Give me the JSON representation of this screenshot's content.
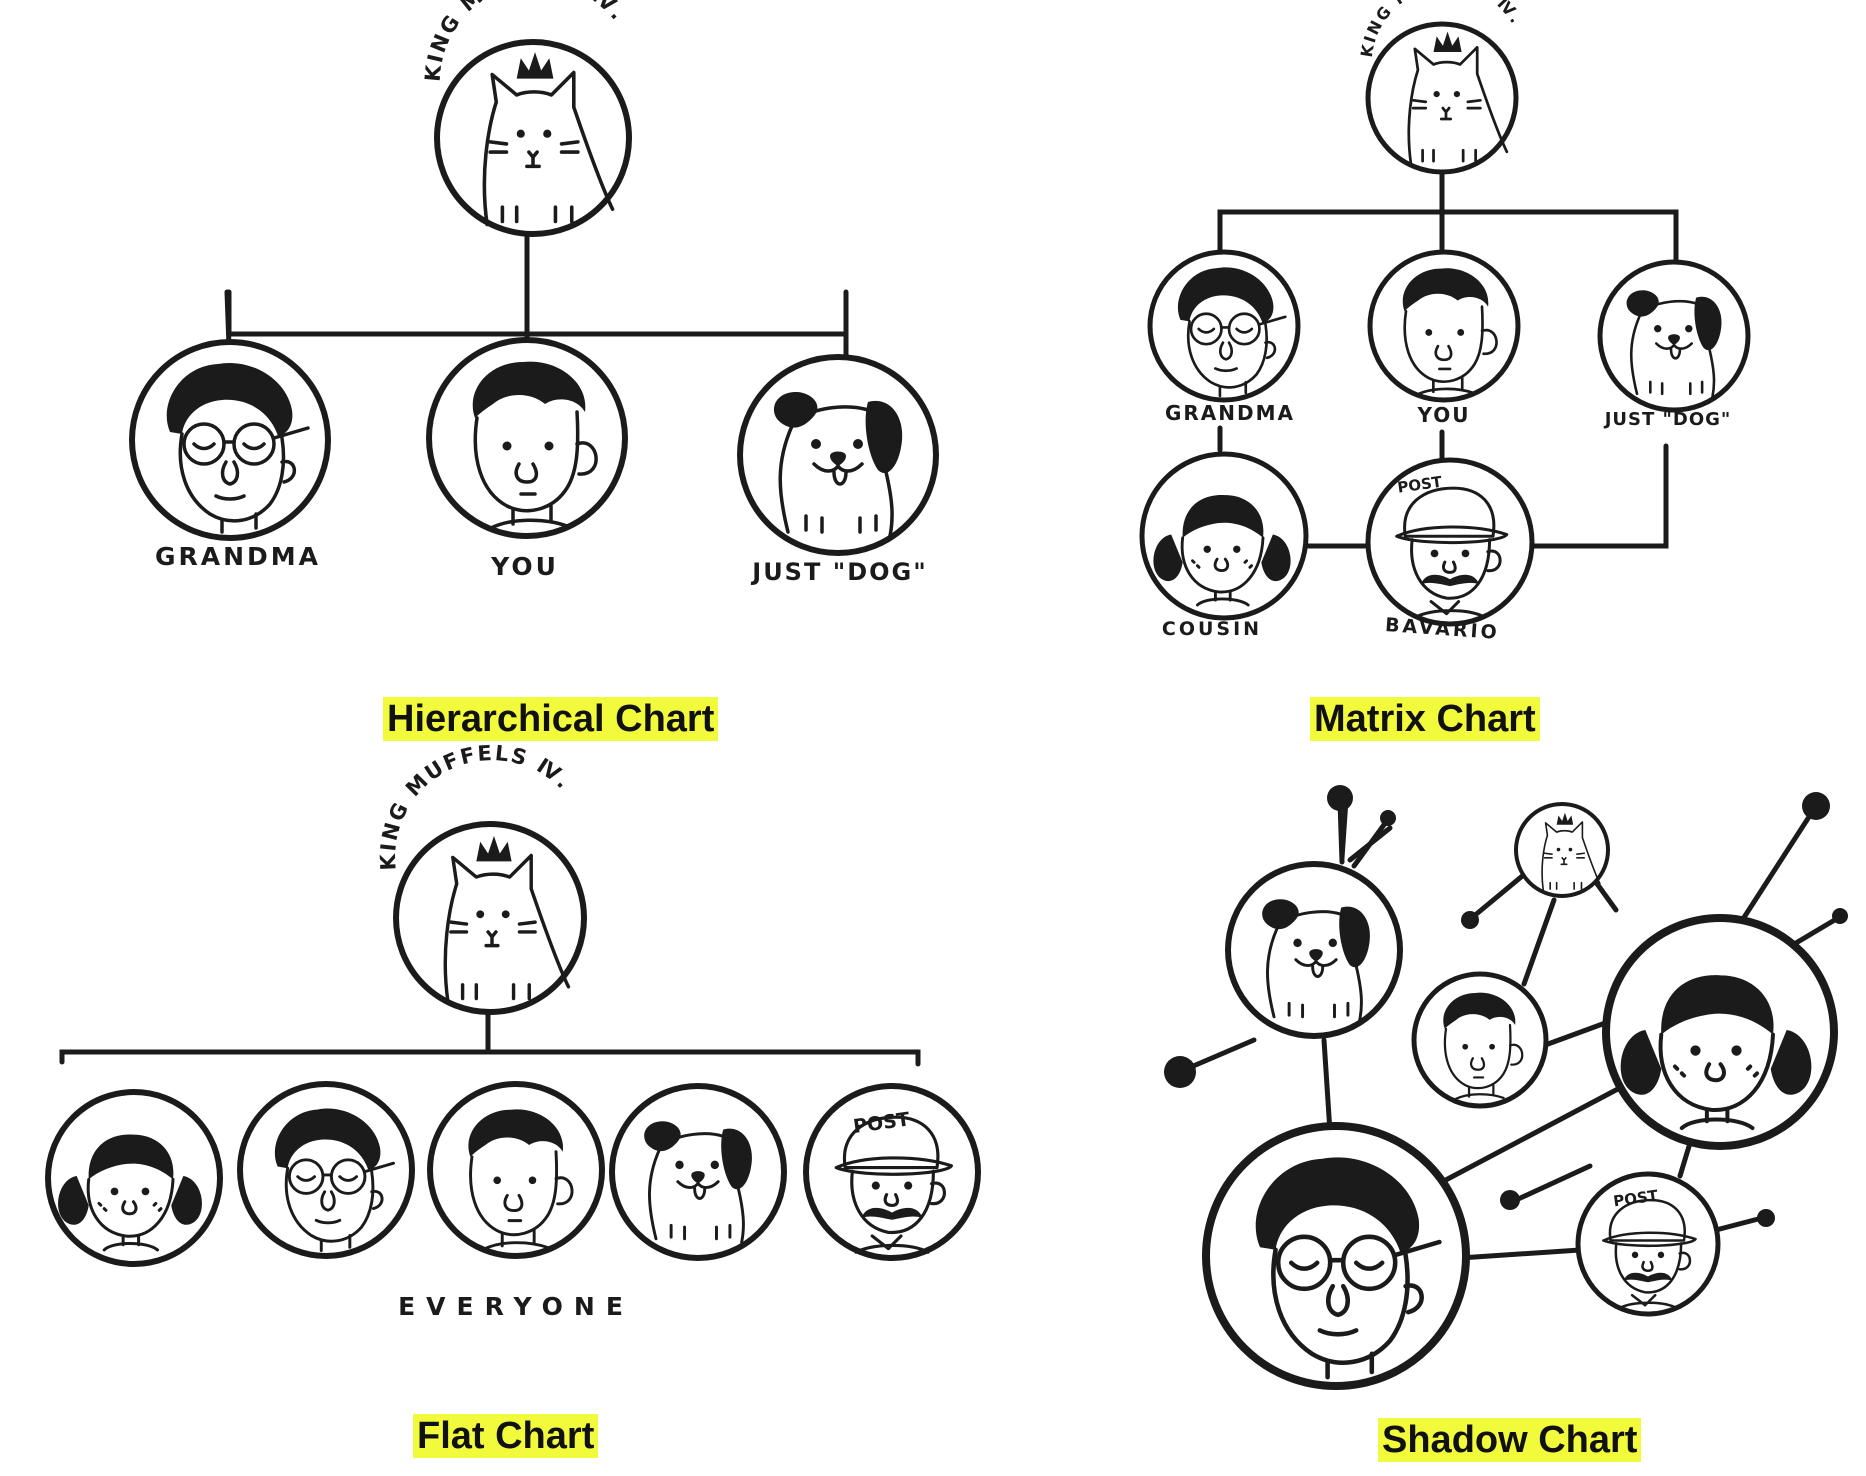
{
  "captions": {
    "hierarchical": "Hierarchical Chart",
    "matrix": "Matrix Chart",
    "flat": "Flat Chart",
    "shadow": "Shadow Chart"
  },
  "labels": {
    "king": "KING MUFFELS Ⅳ.",
    "grandma": "GRANDMA",
    "you": "YOU",
    "dog": "JUST \"DOG\"",
    "cousin": "COUSIN",
    "bavario": "BAVARIO",
    "everyone": "EVERYONE",
    "post": "POST"
  },
  "colors": {
    "highlight": "#f2fb3b",
    "ink": "#1b1b1b"
  },
  "nodes": {
    "hierarchical": [
      {
        "key": "cat",
        "icon": "cat-king-icon",
        "label": "king"
      },
      {
        "key": "grandma",
        "icon": "grandma-icon",
        "label": "grandma"
      },
      {
        "key": "you",
        "icon": "you-icon",
        "label": "you"
      },
      {
        "key": "dog",
        "icon": "dog-icon",
        "label": "dog"
      }
    ],
    "matrix": [
      {
        "key": "cat",
        "icon": "cat-king-icon",
        "label": "king"
      },
      {
        "key": "grandma",
        "icon": "grandma-icon",
        "label": "grandma"
      },
      {
        "key": "you",
        "icon": "you-icon",
        "label": "you"
      },
      {
        "key": "dog",
        "icon": "dog-icon",
        "label": "dog"
      },
      {
        "key": "cousin",
        "icon": "cousin-icon",
        "label": "cousin"
      },
      {
        "key": "bavario",
        "icon": "postman-icon",
        "label": "bavario"
      }
    ],
    "flat": [
      {
        "key": "cat",
        "icon": "cat-king-icon",
        "label": "king"
      },
      {
        "key": "cousin",
        "icon": "cousin-icon"
      },
      {
        "key": "grandma",
        "icon": "grandma-icon"
      },
      {
        "key": "you",
        "icon": "you-icon"
      },
      {
        "key": "dog",
        "icon": "dog-icon"
      },
      {
        "key": "postman",
        "icon": "postman-icon"
      }
    ],
    "shadow": [
      {
        "key": "dog",
        "icon": "dog-icon"
      },
      {
        "key": "cat",
        "icon": "cat-icon"
      },
      {
        "key": "you",
        "icon": "you-icon"
      },
      {
        "key": "cousin",
        "icon": "cousin-icon"
      },
      {
        "key": "grandma",
        "icon": "grandma-icon"
      },
      {
        "key": "postman",
        "icon": "postman-icon"
      }
    ]
  }
}
